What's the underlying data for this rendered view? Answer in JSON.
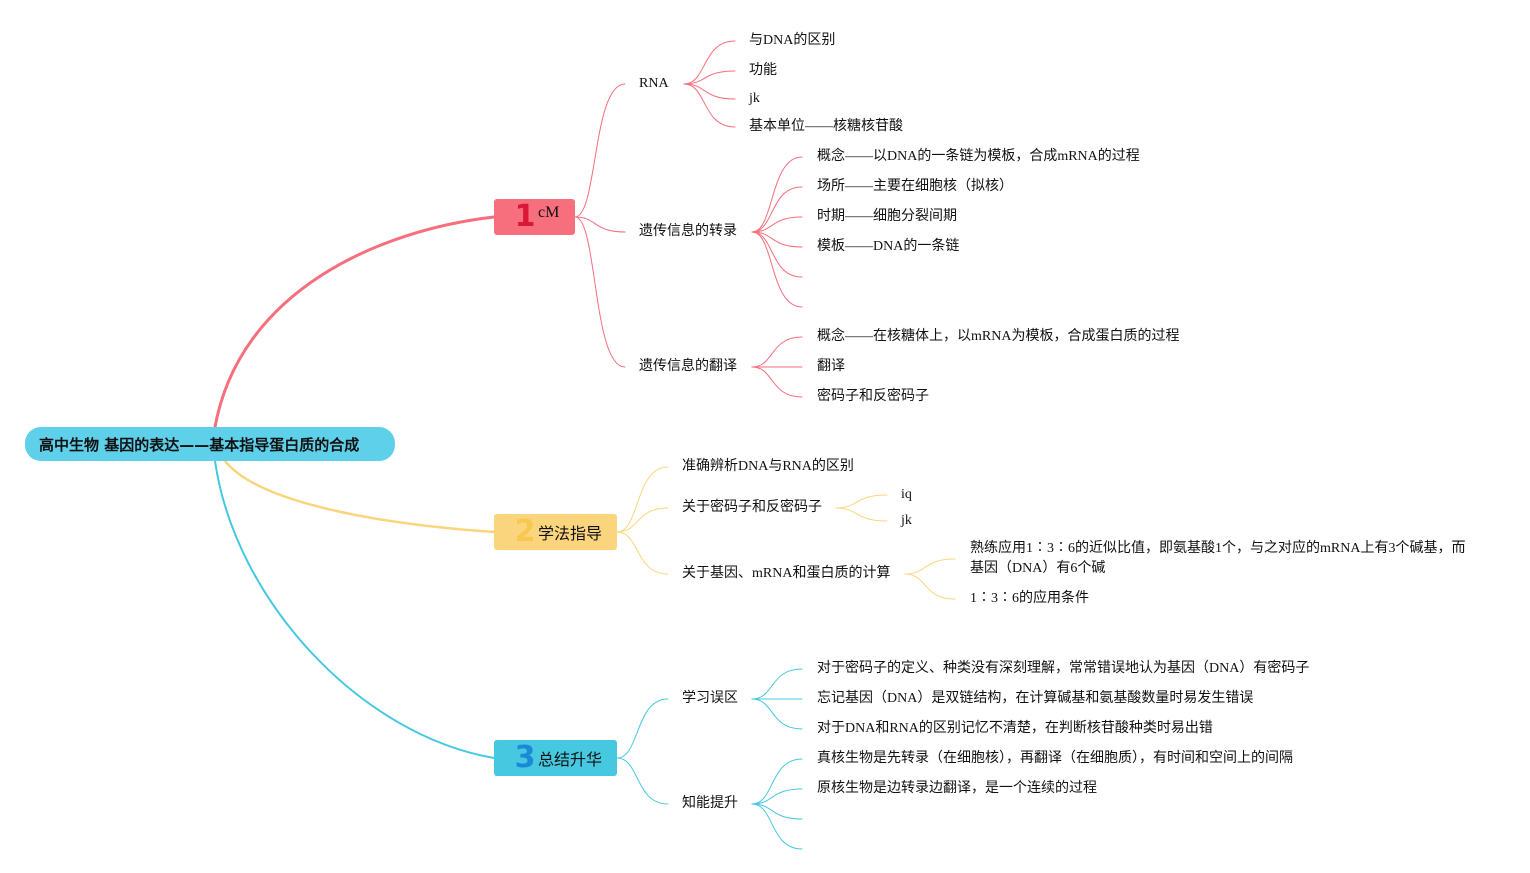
{
  "root": {
    "title": "高中生物 基因的表达——基本指导蛋白质的合成"
  },
  "colors": {
    "branch1": "#f76e7c",
    "branch2": "#fbd57d",
    "branch3": "#45c8e0",
    "root": "#5ed0ea"
  },
  "branches": [
    {
      "number": "1",
      "label": "cM",
      "children": [
        {
          "label": "RNA",
          "items": [
            "与DNA的区别",
            "功能",
            "jk",
            "基本单位——核糖核苷酸"
          ]
        },
        {
          "label": "遗传信息的转录",
          "items": [
            "概念——以DNA的一条链为模板，合成mRNA的过程",
            "场所——主要在细胞核（拟核）",
            "时期——细胞分裂间期",
            "模板——DNA的一条链",
            "",
            ""
          ]
        },
        {
          "label": "遗传信息的翻译",
          "items": [
            "概念——在核糖体上，以mRNA为模板，合成蛋白质的过程",
            "翻译",
            "密码子和反密码子"
          ]
        }
      ]
    },
    {
      "number": "2",
      "label": "学法指导",
      "children": [
        {
          "label": "准确辨析DNA与RNA的区别",
          "items": []
        },
        {
          "label": "关于密码子和反密码子",
          "items": [
            "iq",
            "jk"
          ]
        },
        {
          "label": "关于基因、mRNA和蛋白质的计算",
          "items": [
            "熟练应用1∶3∶6的近似比值，即氨基酸1个，与之对应的mRNA上有3个碱基，而基因（DNA）有6个碱",
            "1∶3∶6的应用条件"
          ]
        }
      ]
    },
    {
      "number": "3",
      "label": "总结升华",
      "children": [
        {
          "label": "学习误区",
          "items": [
            "对于密码子的定义、种类没有深刻理解，常常错误地认为基因（DNA）有密码子",
            "忘记基因（DNA）是双链结构，在计算碱基和氨基酸数量时易发生错误",
            "对于DNA和RNA的区别记忆不清楚，在判断核苷酸种类时易出错"
          ]
        },
        {
          "label": "知能提升",
          "items": [
            "真核生物是先转录（在细胞核），再翻译（在细胞质），有时间和空间上的间隔",
            "原核生物是边转录边翻译，是一个连续的过程",
            "",
            ""
          ]
        }
      ]
    }
  ]
}
